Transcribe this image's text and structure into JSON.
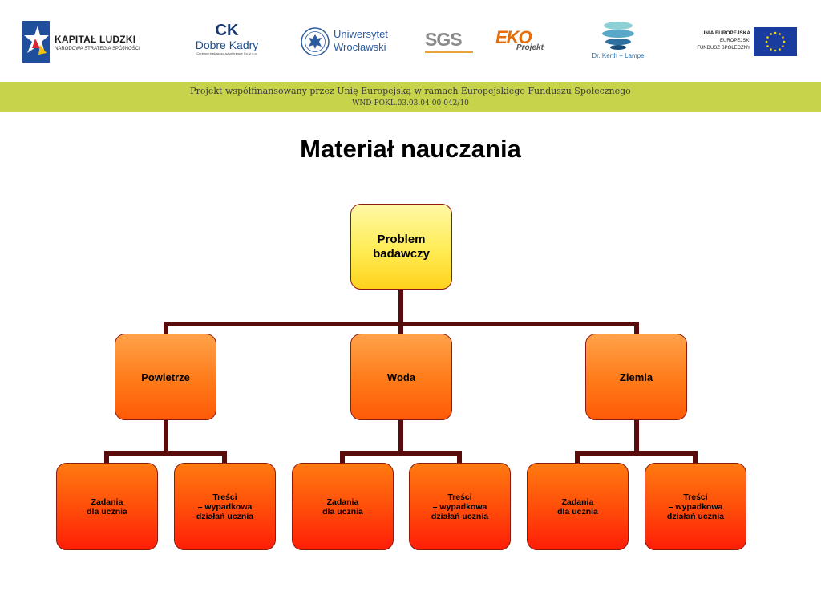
{
  "header": {
    "logos": {
      "kapital_ludzki": {
        "name": "KAPITAŁ LUDZKI",
        "subtitle": "NARODOWA STRATEGIA SPÓJNOŚCI"
      },
      "dobre_kadry": {
        "mark": "CK",
        "name": "Dobre Kadry",
        "subtitle": "Centrum badawczo-szkoleniowe Sp. z o.o."
      },
      "uniwersytet": {
        "line1": "Uniwersytet",
        "line2": "Wrocławski"
      },
      "sgs": {
        "name": "SGS"
      },
      "eko": {
        "name": "EKO",
        "sub": "Projekt"
      },
      "kerth": {
        "name": "Dr. Kerth + Lampe"
      },
      "ue": {
        "line1": "UNIA EUROPEJSKA",
        "line2": "EUROPEJSKI",
        "line3": "FUNDUSZ SPOŁECZNY"
      }
    },
    "band_line1": "Projekt współfinansowany przez Unię Europejską w ramach Europejskiego Funduszu Społecznego",
    "band_line2": "WND-POKL.03.03.04-00-042/10"
  },
  "title": "Materiał nauczania",
  "diagram": {
    "root": "Problem \nbadawczy",
    "branches": [
      {
        "label": "Powietrze",
        "children": [
          "Zadania \ndla ucznia",
          "Treści \n– wypadkowa \ndziałań ucznia"
        ]
      },
      {
        "label": "Woda",
        "children": [
          "Zadania \ndla ucznia",
          "Treści \n– wypadkowa \ndziałań ucznia"
        ]
      },
      {
        "label": "Ziemia",
        "children": [
          "Zadania \ndla ucznia",
          "Treści \n– wypadkowa \ndziałań ucznia"
        ]
      }
    ]
  },
  "colors": {
    "band": "#c6d34b",
    "connector": "#5a0c0c",
    "root_fill": "#ffec54",
    "mid_fill": "#ff7a18",
    "leaf_fill": "#ff4a0a",
    "eu_flag": "#1a3c9e",
    "eu_star": "#ffdd00"
  }
}
